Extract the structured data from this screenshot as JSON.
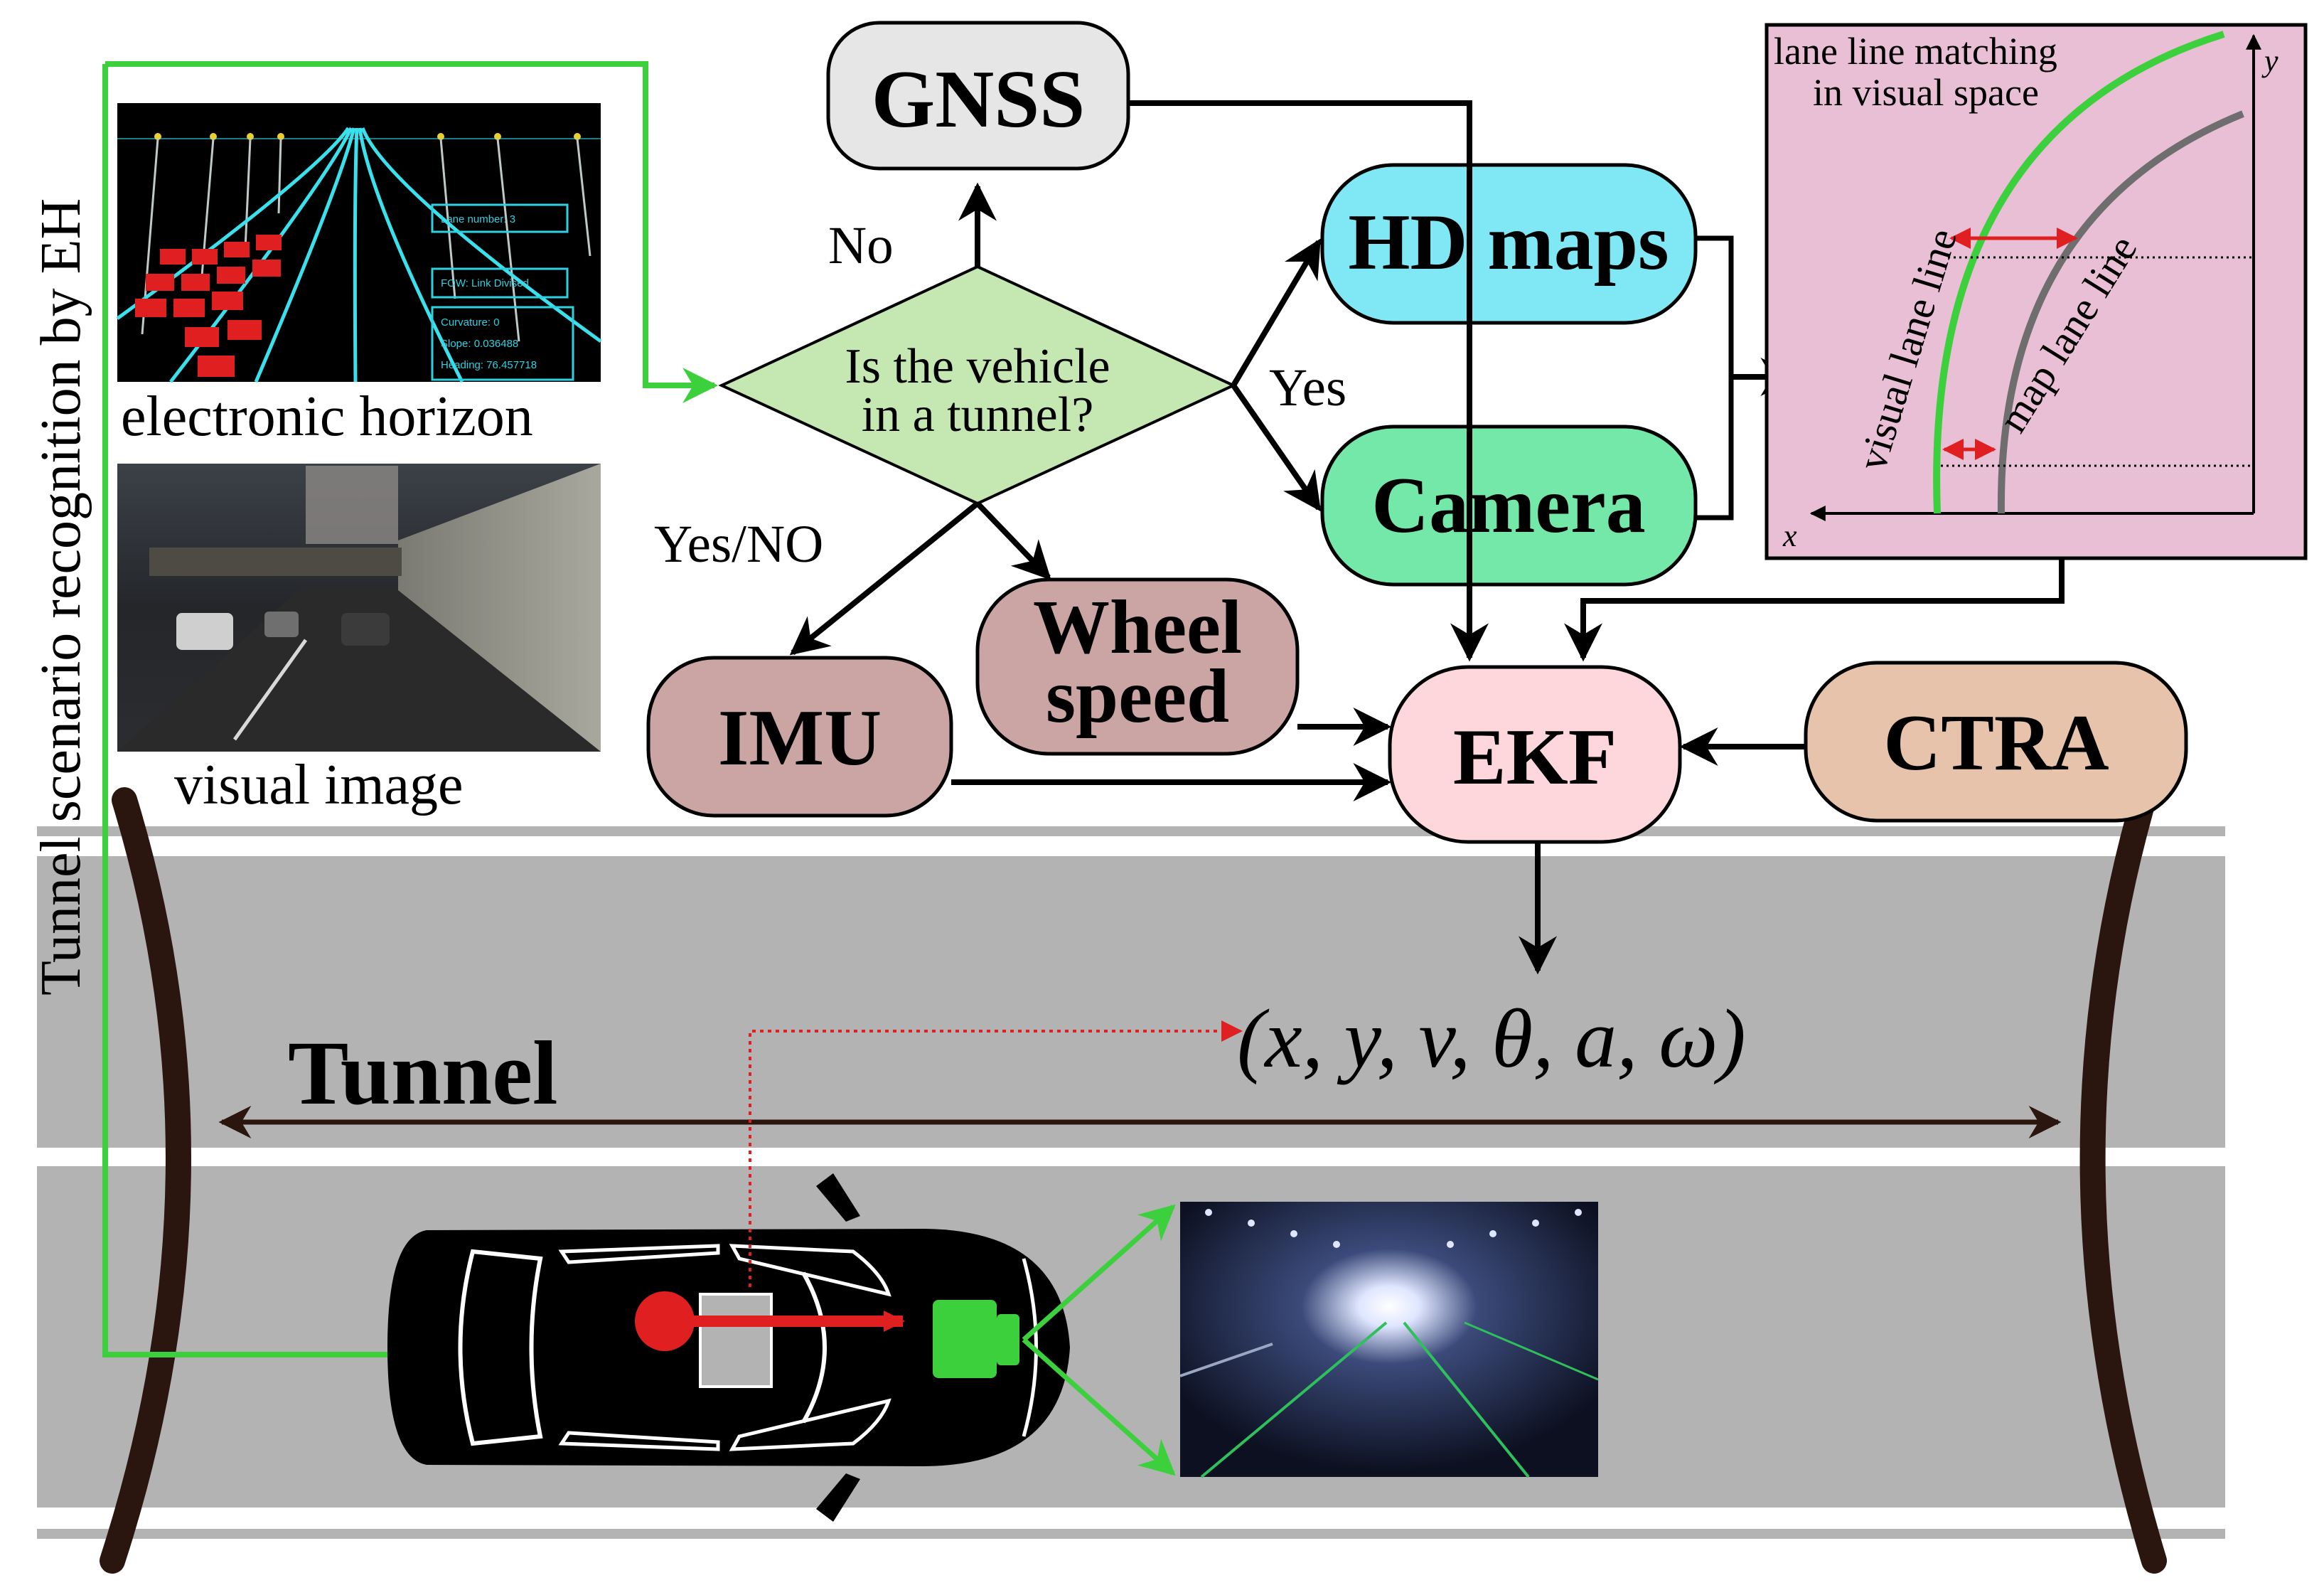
{
  "side_label": "Tunnel scenario recognition by EH",
  "images": {
    "electronic_horizon": {
      "caption": "electronic horizon",
      "panel_lines": [
        "Lane number: 3",
        "FOW: Link Divised",
        "Curvature: 0",
        "Slope: 0.036488",
        "Heading: 76.457718"
      ]
    },
    "visual_image": {
      "caption": "visual image"
    }
  },
  "flow": {
    "gnss": "GNSS",
    "decision_line1": "Is the vehicle",
    "decision_line2": "in a tunnel?",
    "label_no": "No",
    "label_yes": "Yes",
    "label_yes_no": "Yes/NO",
    "hd_maps": "HD maps",
    "camera": "Camera",
    "imu": "IMU",
    "wheel_line1": "Wheel",
    "wheel_line2": "speed",
    "ekf": "EKF",
    "ctra": "CTRA",
    "output_state": "(x, y, v, θ, a, ω)"
  },
  "inset": {
    "title_line1": "lane line matching",
    "title_line2": "in visual space",
    "visual_lane_line": "visual lane line",
    "map_lane_line": "map lane line",
    "axis_x": "x",
    "axis_y": "y"
  },
  "tunnel_label": "Tunnel",
  "colors": {
    "gnss": "#e6e6e6",
    "decision": "#c5e8b3",
    "hd_maps": "#80e8f4",
    "camera": "#74e8a8",
    "imu": "#cba4a4",
    "wheel": "#cba4a4",
    "ekf": "#fdd7db",
    "ctra": "#e6c3aa",
    "inset": "#e8bfd5",
    "road": "#b3b3b3",
    "green_line": "#3dd03d",
    "tunnel_arch": "#2b160f"
  }
}
